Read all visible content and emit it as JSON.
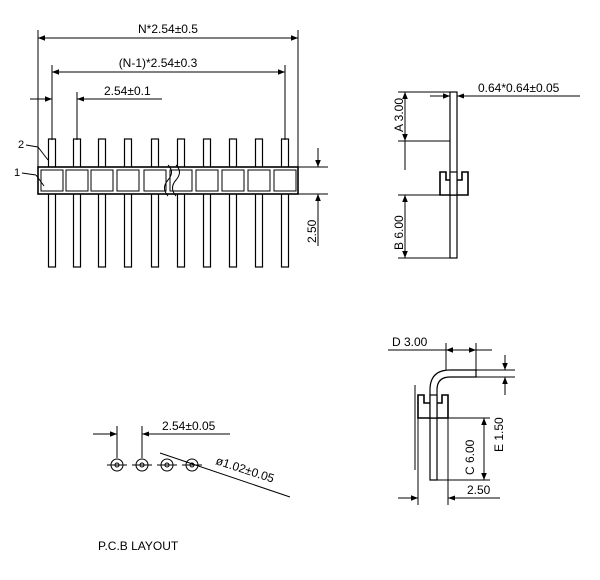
{
  "front_view": {
    "dim_total": "N*2.54±0.5",
    "dim_span": "(N-1)*2.54±0.3",
    "dim_pitch": "2.54±0.1",
    "dim_height": "2.50",
    "callout_1": "1",
    "callout_2": "2"
  },
  "side_view": {
    "dim_pin": "0.64*0.64±0.05",
    "dim_a": "A 3.00",
    "dim_b": "B 6.00"
  },
  "right_angle_view": {
    "dim_d": "D 3.00",
    "dim_c": "C 6.00",
    "dim_e": "E 1.50",
    "dim_height": "2.50"
  },
  "pcb_layout": {
    "dim_pitch": "2.54±0.05",
    "dim_hole": "ø1.02±0.05",
    "caption": "P.C.B  LAYOUT"
  }
}
